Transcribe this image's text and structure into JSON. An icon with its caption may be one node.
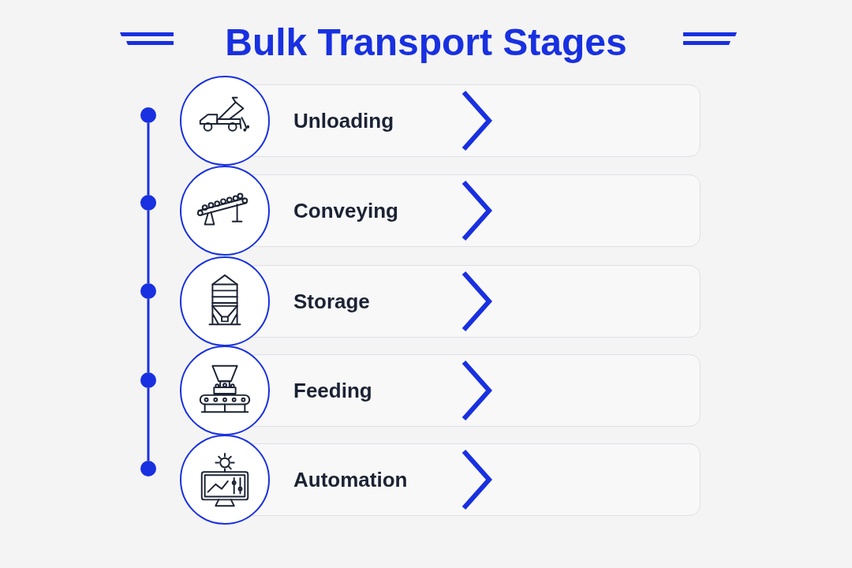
{
  "diagram": {
    "title": "Bulk Transport Stages",
    "nodes": [
      {
        "text": [
          "Unloading"
        ]
      },
      {
        "text": [
          "Conveying"
        ]
      },
      {
        "text": [
          "Storage"
        ]
      },
      {
        "text": [
          "Feeding"
        ]
      },
      {
        "text": [
          "Automation"
        ]
      },
      {
        "text": [],
        "shape": "circle"
      },
      {
        "text": [],
        "shape": "circle"
      },
      {
        "text": [],
        "shape": "circle"
      },
      {
        "text": [],
        "shape": "circle"
      },
      {
        "text": [],
        "shape": "circle"
      }
    ],
    "edges": [
      {
        "from": 5,
        "to": 6,
        "arrow": "none"
      },
      {
        "from": 6,
        "to": 7,
        "arrow": "none"
      },
      {
        "from": 7,
        "to": 8,
        "arrow": "none"
      },
      {
        "from": 8,
        "to": 9,
        "arrow": "none"
      }
    ]
  }
}
